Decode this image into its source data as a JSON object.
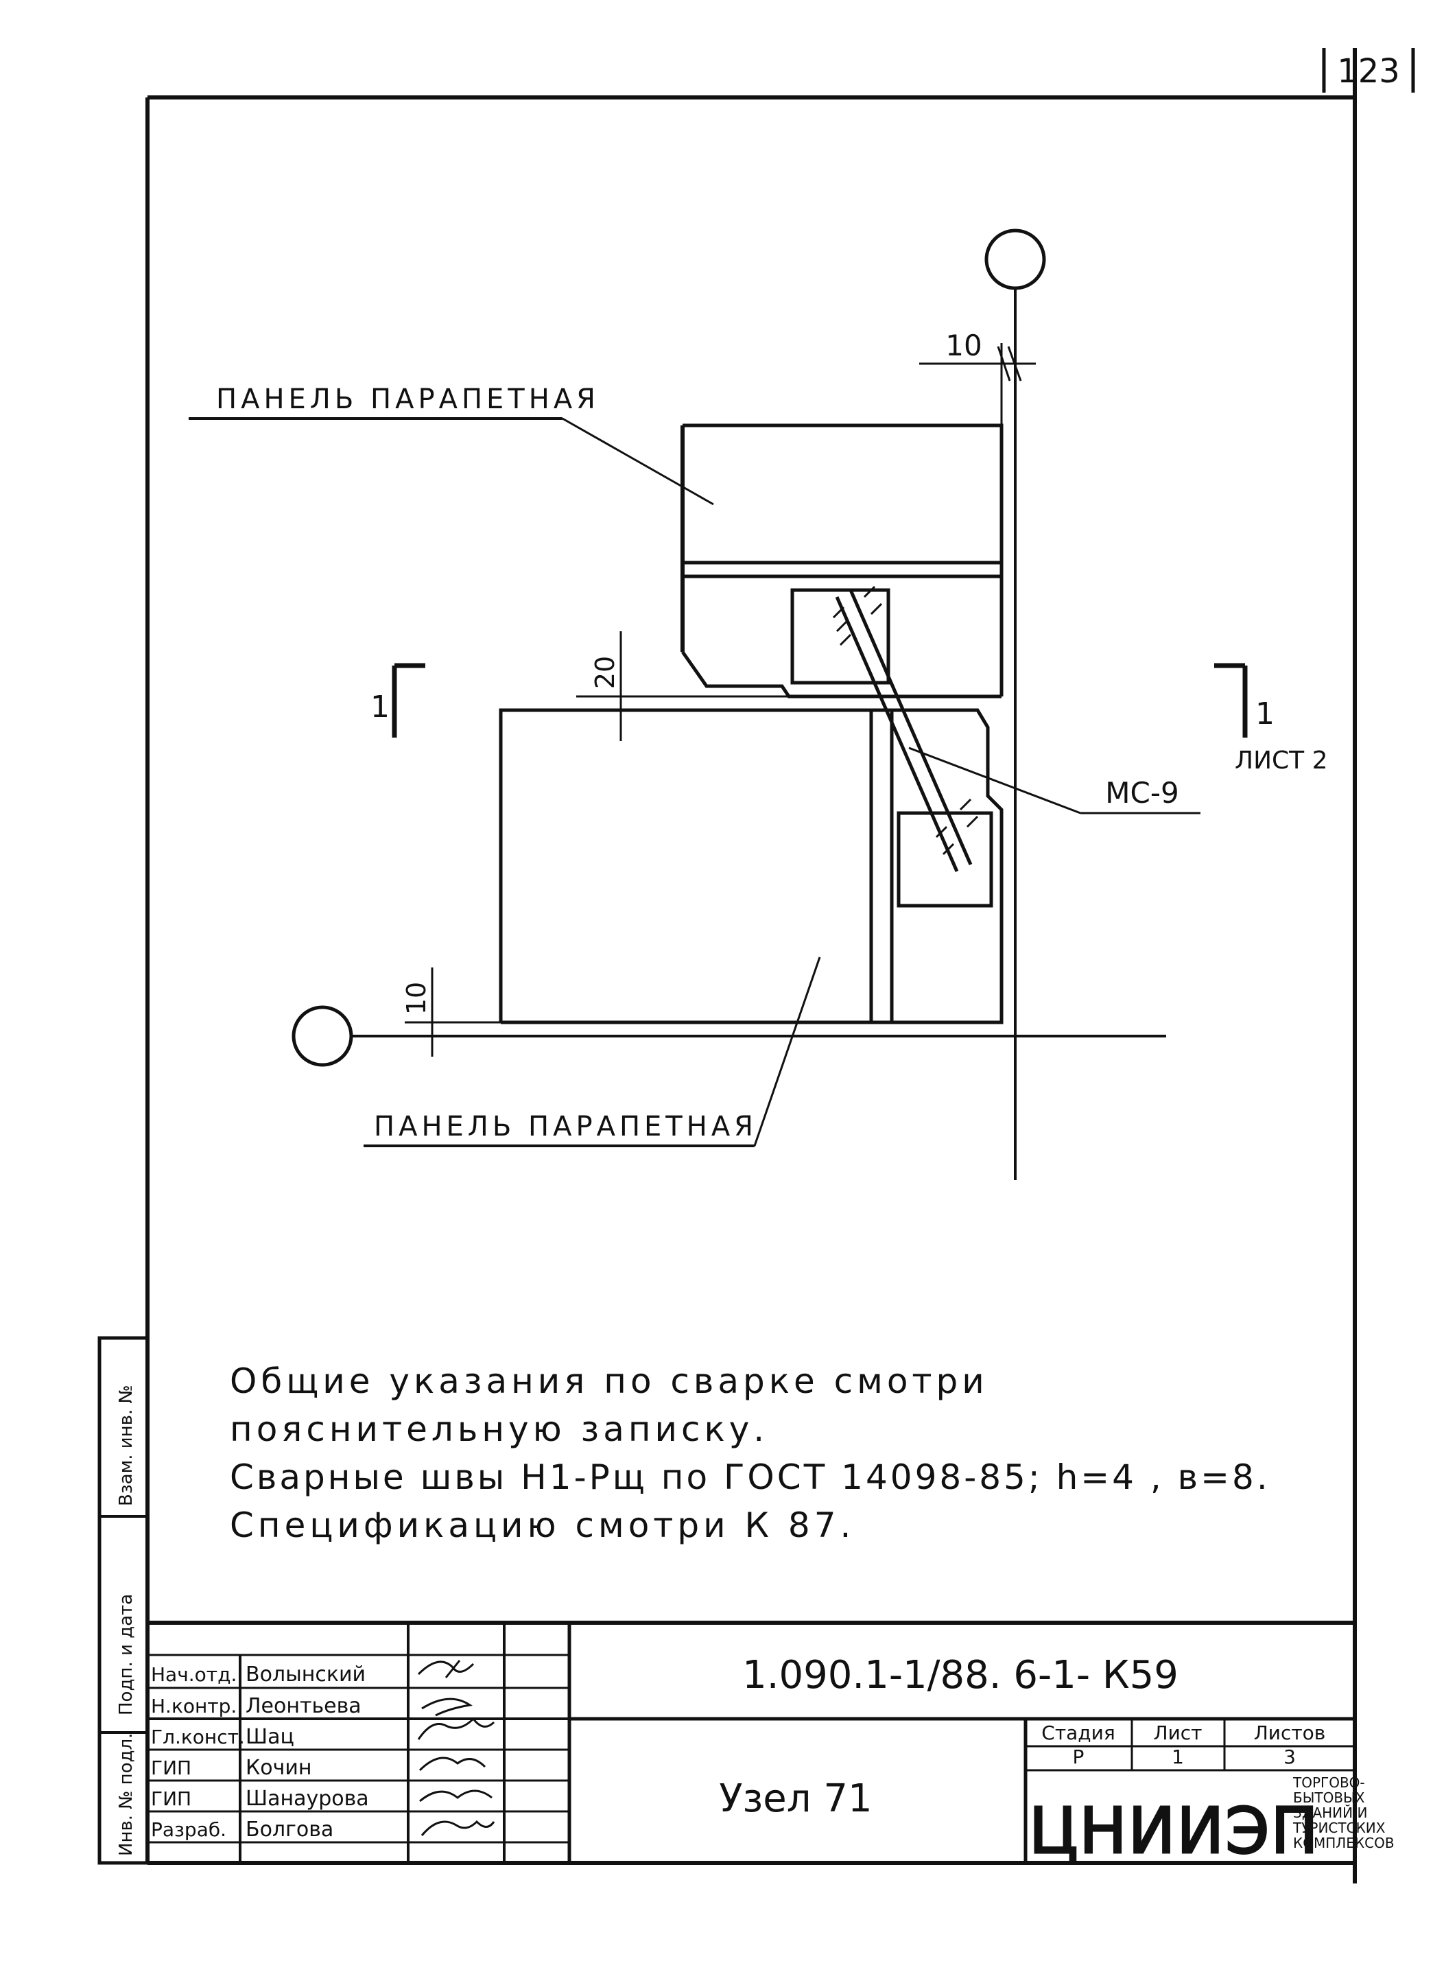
{
  "page_number": "123",
  "drawing": {
    "label_top_panel": "ПАНЕЛЬ ПАРАПЕТНАЯ",
    "label_bottom_panel": "ПАНЕЛЬ ПАРАПЕТНАЯ",
    "dim_top": "10",
    "dim_middle": "20",
    "dim_bottom": "10",
    "section_left": "1",
    "section_right": "1",
    "section_sheet_ref": "ЛИСТ 2",
    "weld_label": "МС-9"
  },
  "notes": [
    "Общие указания по сварке смотри",
    "пояснительную записку.",
    "Сварные швы Н1-Рщ по ГОСТ 14098-85; h=4 , в=8.",
    "Спецификацию смотри К 87."
  ],
  "side_stamp": {
    "cell_inv_orig": "Инв. № подл.",
    "cell_sign_date": "Подп. и дата",
    "cell_replace_inv": "Взам. инв. №"
  },
  "title_block": {
    "document_code": "1.090.1-1/88. 6-1- К59",
    "title": "Узел 71",
    "roles": [
      {
        "role": "Нач.отд.",
        "name": "Волынский"
      },
      {
        "role": "Н.контр.",
        "name": "Леонтьева"
      },
      {
        "role": "Гл.конст.",
        "name": "Шац"
      },
      {
        "role": "ГИП",
        "name": "Кочин"
      },
      {
        "role": "ГИП",
        "name": "Шанаурова"
      },
      {
        "role": "Разраб.",
        "name": "Болгова"
      }
    ],
    "stage_header": "Стадия",
    "sheet_header": "Лист",
    "sheets_header": "Листов",
    "stage_value": "Р",
    "sheet_value": "1",
    "sheets_value": "3",
    "org_logo": "ЦНИИЭП",
    "org_name_lines": [
      "ТОРГОВО-",
      "БЫТОВЫХ",
      "ЗДАНИЙ И",
      "ТУРИСТСКИХ",
      "КОМПЛЕКСОВ"
    ]
  }
}
